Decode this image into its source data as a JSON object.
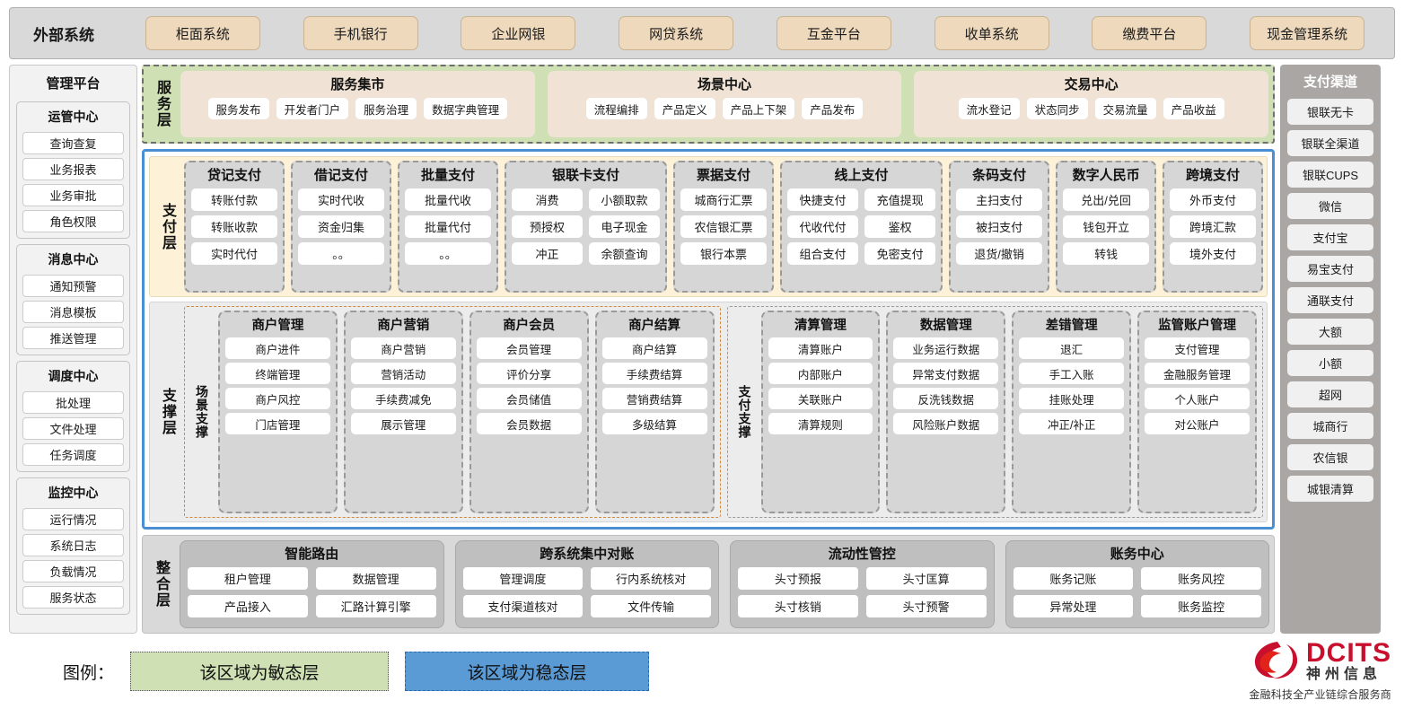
{
  "external": {
    "title": "外部系统",
    "items": [
      "柜面系统",
      "手机银行",
      "企业网银",
      "网贷系统",
      "互金平台",
      "收单系统",
      "缴费平台",
      "现金管理系统"
    ]
  },
  "management": {
    "title": "管理平台",
    "groups": [
      {
        "title": "运管中心",
        "items": [
          "查询查复",
          "业务报表",
          "业务审批",
          "角色权限"
        ]
      },
      {
        "title": "消息中心",
        "items": [
          "通知预警",
          "消息模板",
          "推送管理"
        ]
      },
      {
        "title": "调度中心",
        "items": [
          "批处理",
          "文件处理",
          "任务调度"
        ]
      },
      {
        "title": "监控中心",
        "items": [
          "运行情况",
          "系统日志",
          "负载情况",
          "服务状态"
        ]
      }
    ]
  },
  "service_layer": {
    "label": "服务层",
    "cards": [
      {
        "title": "服务集市",
        "items": [
          "服务发布",
          "开发者门户",
          "服务治理",
          "数据字典管理"
        ]
      },
      {
        "title": "场景中心",
        "items": [
          "流程编排",
          "产品定义",
          "产品上下架",
          "产品发布"
        ]
      },
      {
        "title": "交易中心",
        "items": [
          "流水登记",
          "状态同步",
          "交易流量",
          "产品收益"
        ]
      }
    ]
  },
  "payment_layer": {
    "label": "支付层",
    "groups": [
      {
        "title": "贷记支付",
        "cols": 1,
        "rows": [
          [
            "转账付款"
          ],
          [
            "转账收款"
          ],
          [
            "实时代付"
          ]
        ]
      },
      {
        "title": "借记支付",
        "cols": 1,
        "rows": [
          [
            "实时代收"
          ],
          [
            "资金归集"
          ],
          [
            "。。"
          ]
        ]
      },
      {
        "title": "批量支付",
        "cols": 1,
        "rows": [
          [
            "批量代收"
          ],
          [
            "批量代付"
          ],
          [
            "。。"
          ]
        ]
      },
      {
        "title": "银联卡支付",
        "cols": 2,
        "rows": [
          [
            "消费",
            "小额取款"
          ],
          [
            "预授权",
            "电子现金"
          ],
          [
            "冲正",
            "余额查询"
          ]
        ]
      },
      {
        "title": "票据支付",
        "cols": 1,
        "rows": [
          [
            "城商行汇票"
          ],
          [
            "农信银汇票"
          ],
          [
            "银行本票"
          ]
        ]
      },
      {
        "title": "线上支付",
        "cols": 2,
        "rows": [
          [
            "快捷支付",
            "充值提现"
          ],
          [
            "代收代付",
            "鉴权"
          ],
          [
            "组合支付",
            "免密支付"
          ]
        ]
      },
      {
        "title": "条码支付",
        "cols": 1,
        "rows": [
          [
            "主扫支付"
          ],
          [
            "被扫支付"
          ],
          [
            "退货/撤销"
          ]
        ]
      },
      {
        "title": "数字人民币",
        "cols": 1,
        "rows": [
          [
            "兑出/兑回"
          ],
          [
            "钱包开立"
          ],
          [
            "转钱"
          ]
        ]
      },
      {
        "title": "跨境支付",
        "cols": 1,
        "rows": [
          [
            "外币支付"
          ],
          [
            "跨境汇款"
          ],
          [
            "境外支付"
          ]
        ]
      }
    ]
  },
  "support_layer": {
    "label": "支撑层",
    "zones": [
      {
        "label": "场景支撑",
        "groups": [
          {
            "title": "商户管理",
            "items": [
              "商户进件",
              "终端管理",
              "商户风控",
              "门店管理"
            ]
          },
          {
            "title": "商户营销",
            "items": [
              "商户营销",
              "营销活动",
              "手续费减免",
              "展示管理"
            ]
          },
          {
            "title": "商户会员",
            "items": [
              "会员管理",
              "评价分享",
              "会员储值",
              "会员数据"
            ]
          },
          {
            "title": "商户结算",
            "items": [
              "商户结算",
              "手续费结算",
              "营销费结算",
              "多级结算"
            ]
          }
        ]
      },
      {
        "label": "支付支撑",
        "groups": [
          {
            "title": "清算管理",
            "items": [
              "清算账户",
              "内部账户",
              "关联账户",
              "清算规则"
            ]
          },
          {
            "title": "数据管理",
            "items": [
              "业务运行数据",
              "异常支付数据",
              "反洗钱数据",
              "风险账户数据"
            ]
          },
          {
            "title": "差错管理",
            "items": [
              "退汇",
              "手工入账",
              "挂账处理",
              "冲正/补正"
            ]
          },
          {
            "title": "监管账户管理",
            "items": [
              "支付管理",
              "金融服务管理",
              "个人账户",
              "对公账户"
            ]
          }
        ]
      }
    ]
  },
  "integration_layer": {
    "label": "整合层",
    "cards": [
      {
        "title": "智能路由",
        "rows": [
          [
            "租户管理",
            "数据管理"
          ],
          [
            "产品接入",
            "汇路计算引擎"
          ]
        ]
      },
      {
        "title": "跨系统集中对账",
        "rows": [
          [
            "管理调度",
            "行内系统核对"
          ],
          [
            "支付渠道核对",
            "文件传输"
          ]
        ]
      },
      {
        "title": "流动性管控",
        "rows": [
          [
            "头寸预报",
            "头寸匡算"
          ],
          [
            "头寸核销",
            "头寸预警"
          ]
        ]
      },
      {
        "title": "账务中心",
        "rows": [
          [
            "账务记账",
            "账务风控"
          ],
          [
            "异常处理",
            "账务监控"
          ]
        ]
      }
    ]
  },
  "channels": {
    "title": "支付渠道",
    "items": [
      "银联无卡",
      "银联全渠道",
      "银联CUPS",
      "微信",
      "支付宝",
      "易宝支付",
      "通联支付",
      "大额",
      "小额",
      "超网",
      "城商行",
      "农信银",
      "城银清算"
    ]
  },
  "legend": {
    "label": "图例：",
    "agile": "该区域为敏态层",
    "stable": "该区域为稳态层"
  },
  "logo": {
    "en": "DCITS",
    "cn": "神州信息",
    "tagline": "金融科技全产业链综合服务商",
    "brand_color": "#c8102e"
  }
}
